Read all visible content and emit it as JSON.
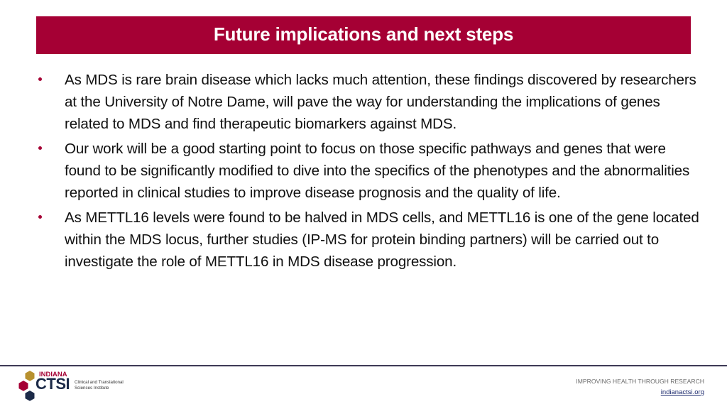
{
  "header": {
    "title": "Future implications and next steps",
    "background_color": "#a50034"
  },
  "bullets": [
    {
      "text": "As MDS is rare brain disease which lacks much attention, these findings discovered by researchers at the University of Notre Dame, will pave the way for understanding the implications of genes related to MDS and find therapeutic biomarkers against MDS."
    },
    {
      "text": "Our work will be a good starting point to focus on those specific pathways and genes that were found to be significantly modified to dive into the specifics of the phenotypes and the abnormalities reported in clinical studies to improve disease prognosis and the quality of life."
    },
    {
      "text": "As METTL16 levels were found to be halved in MDS cells, and METTL16 is one of the gene located within the MDS locus, further studies (IP-MS for protein binding partners) will be carried out to investigate the role of METTL16 in MDS disease progression."
    }
  ],
  "footer": {
    "logo": {
      "top_word": "INDIANA",
      "main_word": "CTSI",
      "subtitle_line1": "Clinical and Translational",
      "subtitle_line2": "Sciences Institute",
      "hex_colors": [
        "#b8912f",
        "#a50034",
        "#1c2a48"
      ]
    },
    "tagline": "IMPROVING HEALTH THROUGH RESEARCH",
    "link": "indianactsi.org"
  },
  "colors": {
    "accent": "#a50034",
    "navy": "#1c2a48",
    "gold": "#b8912f",
    "footer_rule": "#3e3a55"
  }
}
